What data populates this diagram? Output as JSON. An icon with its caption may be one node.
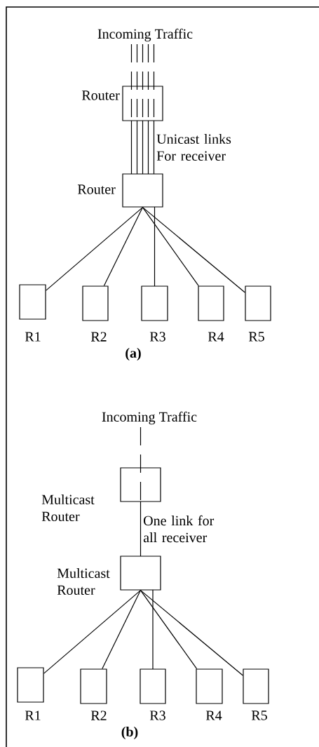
{
  "diagram": {
    "nodes": [
      {
        "text": [
          "Incoming Traffic"
        ]
      },
      {
        "text": [],
        "shape": "box",
        "beside": [
          "Router"
        ]
      },
      {
        "text": [],
        "shape": "box",
        "beside": [
          "Router"
        ]
      },
      {
        "text": [],
        "shape": "box",
        "beside": [
          "R1"
        ]
      },
      {
        "text": [],
        "shape": "box",
        "beside": [
          "R2"
        ]
      },
      {
        "text": [],
        "shape": "box",
        "beside": [
          "R3"
        ]
      },
      {
        "text": [],
        "shape": "box",
        "beside": [
          "R4"
        ]
      },
      {
        "text": [],
        "shape": "box",
        "beside": [
          "R5"
        ]
      },
      {
        "text": [
          "Incoming Traffic"
        ]
      },
      {
        "text": [],
        "shape": "box",
        "beside": [
          "Multicast Router"
        ]
      },
      {
        "text": [],
        "shape": "box",
        "beside": [
          "Multicast Router"
        ]
      },
      {
        "text": [],
        "shape": "box",
        "beside": [
          "R1"
        ]
      },
      {
        "text": [],
        "shape": "box",
        "beside": [
          "R2"
        ]
      },
      {
        "text": [],
        "shape": "box",
        "beside": [
          "R3"
        ]
      },
      {
        "text": [],
        "shape": "box",
        "beside": [
          "R4"
        ]
      },
      {
        "text": [],
        "shape": "box",
        "beside": [
          "R5"
        ]
      }
    ],
    "edges": [
      {
        "from": 0,
        "to": 1,
        "arrow": "none",
        "style": "dashed"
      },
      {
        "from": 0,
        "to": 1,
        "arrow": "none",
        "style": "dashed"
      },
      {
        "from": 0,
        "to": 1,
        "arrow": "none",
        "style": "dashed"
      },
      {
        "from": 0,
        "to": 1,
        "arrow": "none",
        "style": "dashed"
      },
      {
        "from": 0,
        "to": 1,
        "arrow": "none",
        "style": "dashed"
      },
      {
        "from": 1,
        "to": 2,
        "arrow": "none"
      },
      {
        "from": 1,
        "to": 2,
        "arrow": "none"
      },
      {
        "from": 1,
        "to": 2,
        "arrow": "none"
      },
      {
        "from": 1,
        "to": 2,
        "arrow": "none"
      },
      {
        "from": 1,
        "to": 2,
        "arrow": "none",
        "label": "Unicast links For receiver"
      },
      {
        "from": 2,
        "to": 3,
        "arrow": "none"
      },
      {
        "from": 2,
        "to": 4,
        "arrow": "none"
      },
      {
        "from": 2,
        "to": 5,
        "arrow": "none"
      },
      {
        "from": 2,
        "to": 6,
        "arrow": "none"
      },
      {
        "from": 2,
        "to": 7,
        "arrow": "none"
      },
      {
        "from": 8,
        "to": 9,
        "arrow": "none",
        "style": "dashed"
      },
      {
        "from": 9,
        "to": 10,
        "arrow": "none",
        "label": "One link for all receiver"
      },
      {
        "from": 10,
        "to": 11,
        "arrow": "none"
      },
      {
        "from": 10,
        "to": 12,
        "arrow": "none"
      },
      {
        "from": 10,
        "to": 13,
        "arrow": "none"
      },
      {
        "from": 10,
        "to": 14,
        "arrow": "none"
      },
      {
        "from": 10,
        "to": 15,
        "arrow": "none"
      }
    ],
    "labels": [
      "(a)",
      "(b)"
    ]
  }
}
